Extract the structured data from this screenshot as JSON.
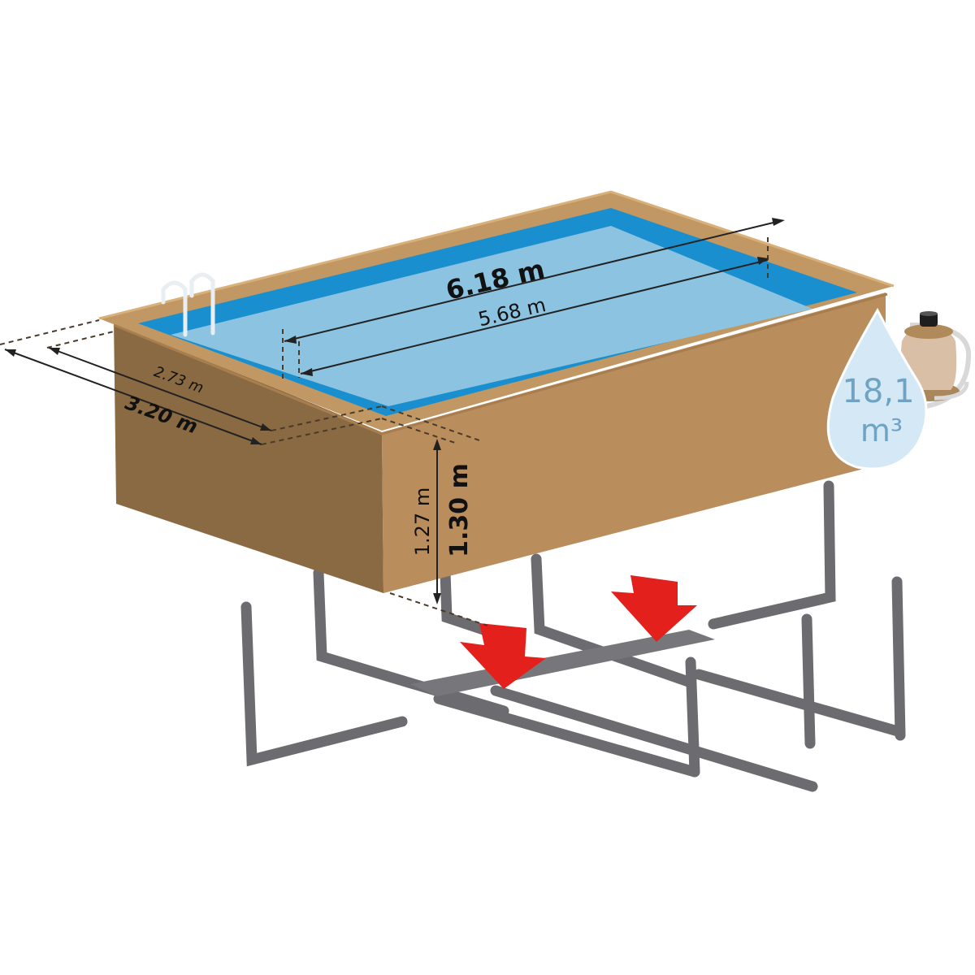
{
  "diagram": {
    "subject": "Rectangular above-ground wooden pool with support frame",
    "colors": {
      "background": "#ffffff",
      "wood_front": "#b98d5c",
      "wood_side": "#8a6a43",
      "wood_rim": "#c19863",
      "water_surface": "#8cc3e0",
      "water_liner": "#1a8fcf",
      "frame_steel": "#6b6b70",
      "arrow_red": "#e3201b",
      "drop_fill": "#d4e8f5",
      "drop_text": "#6fa3c4",
      "dimension_line": "#222222"
    },
    "dimensions": {
      "length_outer": "6.18 m",
      "length_inner": "5.68 m",
      "width_inner": "2.73 m",
      "width_outer": "3.20 m",
      "height_inner": "1.27 m",
      "height_outer": "1.30 m"
    },
    "volume": {
      "value": "18,1",
      "unit": "m³"
    },
    "components": [
      {
        "name": "pool-ladder",
        "label": ""
      },
      {
        "name": "sand-filter",
        "label": ""
      },
      {
        "name": "support-frame",
        "label": ""
      },
      {
        "name": "load-arrow-left",
        "label": ""
      },
      {
        "name": "load-arrow-right",
        "label": ""
      }
    ]
  }
}
